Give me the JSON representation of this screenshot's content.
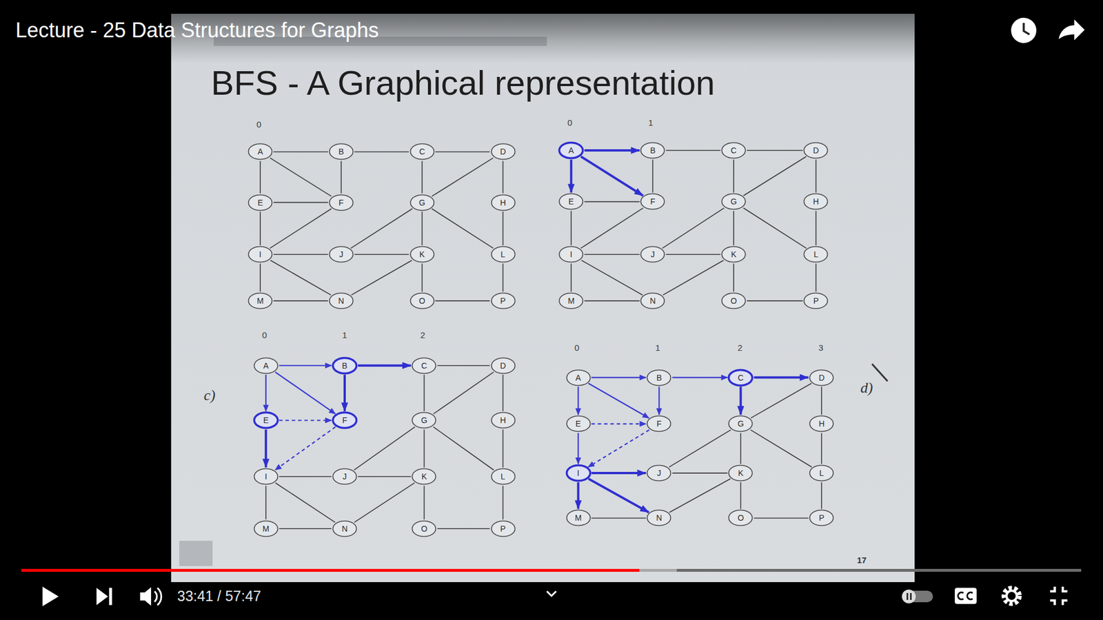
{
  "diagram": {
    "title": "BFS - A Graphical representation",
    "nodes": [
      {
        "text": [
          "A"
        ]
      },
      {
        "text": [
          "B"
        ]
      },
      {
        "text": [
          "C"
        ]
      },
      {
        "text": [
          "D"
        ]
      },
      {
        "text": [
          "E"
        ]
      },
      {
        "text": [
          "F"
        ]
      },
      {
        "text": [
          "G"
        ]
      },
      {
        "text": [
          "H"
        ]
      },
      {
        "text": [
          "I"
        ]
      },
      {
        "text": [
          "J"
        ]
      },
      {
        "text": [
          "K"
        ]
      },
      {
        "text": [
          "L"
        ]
      },
      {
        "text": [
          "M"
        ]
      },
      {
        "text": [
          "N"
        ]
      },
      {
        "text": [
          "O"
        ]
      },
      {
        "text": [
          "P"
        ]
      },
      {
        "text": [
          "A"
        ]
      },
      {
        "text": [
          "B"
        ]
      },
      {
        "text": [
          "C"
        ]
      },
      {
        "text": [
          "D"
        ]
      },
      {
        "text": [
          "E"
        ]
      },
      {
        "text": [
          "F"
        ]
      },
      {
        "text": [
          "G"
        ]
      },
      {
        "text": [
          "H"
        ]
      },
      {
        "text": [
          "I"
        ]
      },
      {
        "text": [
          "J"
        ]
      },
      {
        "text": [
          "K"
        ]
      },
      {
        "text": [
          "L"
        ]
      },
      {
        "text": [
          "M"
        ]
      },
      {
        "text": [
          "N"
        ]
      },
      {
        "text": [
          "O"
        ]
      },
      {
        "text": [
          "P"
        ]
      },
      {
        "text": [
          "A"
        ]
      },
      {
        "text": [
          "B"
        ]
      },
      {
        "text": [
          "C"
        ]
      },
      {
        "text": [
          "D"
        ]
      },
      {
        "text": [
          "E"
        ]
      },
      {
        "text": [
          "F"
        ]
      },
      {
        "text": [
          "G"
        ]
      },
      {
        "text": [
          "H"
        ]
      },
      {
        "text": [
          "I"
        ]
      },
      {
        "text": [
          "J"
        ]
      },
      {
        "text": [
          "K"
        ]
      },
      {
        "text": [
          "L"
        ]
      },
      {
        "text": [
          "M"
        ]
      },
      {
        "text": [
          "N"
        ]
      },
      {
        "text": [
          "O"
        ]
      },
      {
        "text": [
          "P"
        ]
      },
      {
        "text": [
          "A"
        ]
      },
      {
        "text": [
          "B"
        ]
      },
      {
        "text": [
          "C"
        ]
      },
      {
        "text": [
          "D"
        ]
      },
      {
        "text": [
          "E"
        ]
      },
      {
        "text": [
          "F"
        ]
      },
      {
        "text": [
          "G"
        ]
      },
      {
        "text": [
          "H"
        ]
      },
      {
        "text": [
          "I"
        ]
      },
      {
        "text": [
          "J"
        ]
      },
      {
        "text": [
          "K"
        ]
      },
      {
        "text": [
          "L"
        ]
      },
      {
        "text": [
          "M"
        ]
      },
      {
        "text": [
          "N"
        ]
      },
      {
        "text": [
          "O"
        ]
      },
      {
        "text": [
          "P"
        ]
      }
    ],
    "edges": [
      {
        "from": 0,
        "to": 1,
        "arrow": "none"
      },
      {
        "from": 1,
        "to": 2,
        "arrow": "none"
      },
      {
        "from": 2,
        "to": 3,
        "arrow": "none"
      },
      {
        "from": 0,
        "to": 4,
        "arrow": "none"
      },
      {
        "from": 0,
        "to": 5,
        "arrow": "none"
      },
      {
        "from": 1,
        "to": 5,
        "arrow": "none"
      },
      {
        "from": 4,
        "to": 5,
        "arrow": "none"
      },
      {
        "from": 2,
        "to": 6,
        "arrow": "none"
      },
      {
        "from": 3,
        "to": 6,
        "arrow": "none"
      },
      {
        "from": 3,
        "to": 7,
        "arrow": "none"
      },
      {
        "from": 4,
        "to": 8,
        "arrow": "none"
      },
      {
        "from": 5,
        "to": 8,
        "arrow": "none"
      },
      {
        "from": 6,
        "to": 9,
        "arrow": "none"
      },
      {
        "from": 6,
        "to": 10,
        "arrow": "none"
      },
      {
        "from": 6,
        "to": 11,
        "arrow": "none"
      },
      {
        "from": 7,
        "to": 11,
        "arrow": "none"
      },
      {
        "from": 8,
        "to": 9,
        "arrow": "none"
      },
      {
        "from": 9,
        "to": 10,
        "arrow": "none"
      },
      {
        "from": 8,
        "to": 12,
        "arrow": "none"
      },
      {
        "from": 8,
        "to": 13,
        "arrow": "none"
      },
      {
        "from": 10,
        "to": 13,
        "arrow": "none"
      },
      {
        "from": 10,
        "to": 14,
        "arrow": "none"
      },
      {
        "from": 11,
        "to": 15,
        "arrow": "none"
      },
      {
        "from": 12,
        "to": 13,
        "arrow": "none"
      },
      {
        "from": 14,
        "to": 15,
        "arrow": "none"
      },
      {
        "from": 16,
        "to": 17,
        "arrow": "to"
      },
      {
        "from": 17,
        "to": 18,
        "arrow": "none"
      },
      {
        "from": 18,
        "to": 19,
        "arrow": "none"
      },
      {
        "from": 16,
        "to": 20,
        "arrow": "to"
      },
      {
        "from": 16,
        "to": 21,
        "arrow": "to"
      },
      {
        "from": 17,
        "to": 21,
        "arrow": "none"
      },
      {
        "from": 20,
        "to": 21,
        "arrow": "none"
      },
      {
        "from": 18,
        "to": 22,
        "arrow": "none"
      },
      {
        "from": 19,
        "to": 22,
        "arrow": "none"
      },
      {
        "from": 19,
        "to": 23,
        "arrow": "none"
      },
      {
        "from": 20,
        "to": 24,
        "arrow": "none"
      },
      {
        "from": 21,
        "to": 24,
        "arrow": "none"
      },
      {
        "from": 22,
        "to": 25,
        "arrow": "none"
      },
      {
        "from": 22,
        "to": 26,
        "arrow": "none"
      },
      {
        "from": 22,
        "to": 27,
        "arrow": "none"
      },
      {
        "from": 23,
        "to": 27,
        "arrow": "none"
      },
      {
        "from": 24,
        "to": 25,
        "arrow": "none"
      },
      {
        "from": 25,
        "to": 26,
        "arrow": "none"
      },
      {
        "from": 24,
        "to": 28,
        "arrow": "none"
      },
      {
        "from": 24,
        "to": 29,
        "arrow": "none"
      },
      {
        "from": 26,
        "to": 29,
        "arrow": "none"
      },
      {
        "from": 26,
        "to": 30,
        "arrow": "none"
      },
      {
        "from": 27,
        "to": 31,
        "arrow": "none"
      },
      {
        "from": 28,
        "to": 29,
        "arrow": "none"
      },
      {
        "from": 30,
        "to": 31,
        "arrow": "none"
      },
      {
        "from": 32,
        "to": 33,
        "arrow": "to"
      },
      {
        "from": 33,
        "to": 34,
        "arrow": "to"
      },
      {
        "from": 34,
        "to": 35,
        "arrow": "none"
      },
      {
        "from": 32,
        "to": 36,
        "arrow": "to"
      },
      {
        "from": 32,
        "to": 37,
        "arrow": "to"
      },
      {
        "from": 33,
        "to": 37,
        "arrow": "to"
      },
      {
        "from": 36,
        "to": 37,
        "arrow": "to"
      },
      {
        "from": 34,
        "to": 38,
        "arrow": "none"
      },
      {
        "from": 35,
        "to": 38,
        "arrow": "none"
      },
      {
        "from": 35,
        "to": 39,
        "arrow": "none"
      },
      {
        "from": 36,
        "to": 40,
        "arrow": "to"
      },
      {
        "from": 37,
        "to": 40,
        "arrow": "to"
      },
      {
        "from": 38,
        "to": 41,
        "arrow": "none"
      },
      {
        "from": 38,
        "to": 42,
        "arrow": "none"
      },
      {
        "from": 38,
        "to": 43,
        "arrow": "none"
      },
      {
        "from": 39,
        "to": 43,
        "arrow": "none"
      },
      {
        "from": 40,
        "to": 41,
        "arrow": "none"
      },
      {
        "from": 41,
        "to": 42,
        "arrow": "none"
      },
      {
        "from": 40,
        "to": 44,
        "arrow": "none"
      },
      {
        "from": 40,
        "to": 45,
        "arrow": "none"
      },
      {
        "from": 42,
        "to": 45,
        "arrow": "none"
      },
      {
        "from": 42,
        "to": 46,
        "arrow": "none"
      },
      {
        "from": 43,
        "to": 47,
        "arrow": "none"
      },
      {
        "from": 44,
        "to": 45,
        "arrow": "none"
      },
      {
        "from": 46,
        "to": 47,
        "arrow": "none"
      },
      {
        "from": 48,
        "to": 49,
        "arrow": "to"
      },
      {
        "from": 49,
        "to": 50,
        "arrow": "to"
      },
      {
        "from": 50,
        "to": 51,
        "arrow": "to"
      },
      {
        "from": 48,
        "to": 52,
        "arrow": "to"
      },
      {
        "from": 48,
        "to": 53,
        "arrow": "to"
      },
      {
        "from": 49,
        "to": 53,
        "arrow": "to"
      },
      {
        "from": 52,
        "to": 53,
        "arrow": "to"
      },
      {
        "from": 50,
        "to": 54,
        "arrow": "to"
      },
      {
        "from": 51,
        "to": 54,
        "arrow": "none"
      },
      {
        "from": 51,
        "to": 55,
        "arrow": "none"
      },
      {
        "from": 52,
        "to": 56,
        "arrow": "to"
      },
      {
        "from": 53,
        "to": 56,
        "arrow": "to"
      },
      {
        "from": 54,
        "to": 57,
        "arrow": "none"
      },
      {
        "from": 54,
        "to": 58,
        "arrow": "none"
      },
      {
        "from": 54,
        "to": 59,
        "arrow": "none"
      },
      {
        "from": 55,
        "to": 59,
        "arrow": "none"
      },
      {
        "from": 56,
        "to": 57,
        "arrow": "to"
      },
      {
        "from": 57,
        "to": 58,
        "arrow": "none"
      },
      {
        "from": 56,
        "to": 60,
        "arrow": "to"
      },
      {
        "from": 56,
        "to": 61,
        "arrow": "to"
      },
      {
        "from": 58,
        "to": 61,
        "arrow": "none"
      },
      {
        "from": 58,
        "to": 62,
        "arrow": "none"
      },
      {
        "from": 59,
        "to": 63,
        "arrow": "none"
      },
      {
        "from": 60,
        "to": 61,
        "arrow": "none"
      },
      {
        "from": 62,
        "to": 63,
        "arrow": "none"
      }
    ],
    "labels": [
      "Lecture - 25 Data Structures for Graphs",
      "0",
      "0",
      "1",
      "0",
      "1",
      "2",
      "c)",
      "0",
      "1",
      "2",
      "3",
      "d)",
      "17",
      "33:41 / 57:47"
    ]
  }
}
